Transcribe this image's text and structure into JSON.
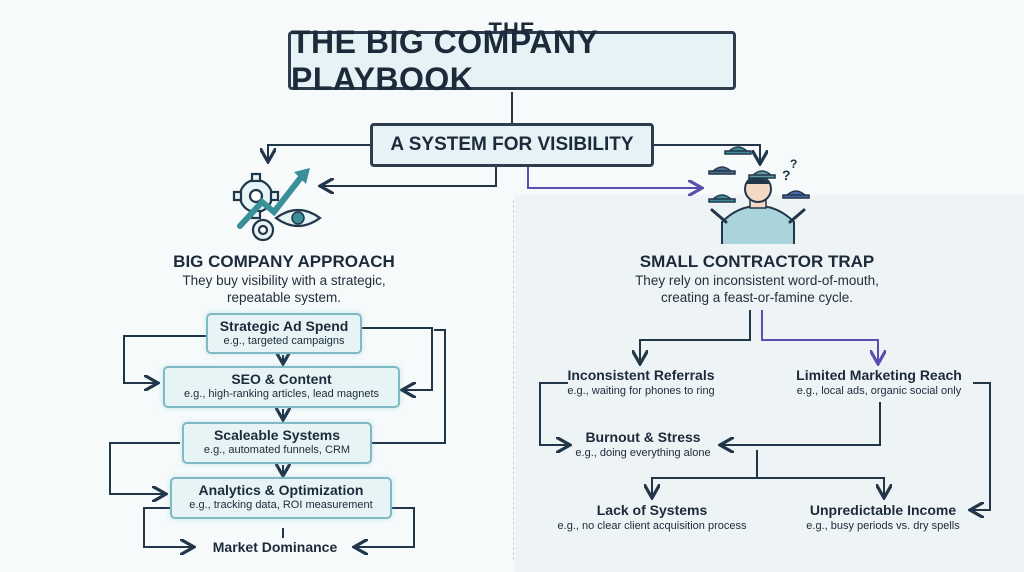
{
  "header": {
    "kicker": "THE",
    "title": "THE BIG COMPANY PLAYBOOK",
    "subtitle": "A SYSTEM FOR VISIBILITY"
  },
  "left": {
    "title": "BIG COMPANY APPROACH",
    "description_line1": "They buy visibility with a strategic,",
    "description_line2": "repeatable system.",
    "icon": "gear-growth-eye-icon",
    "steps": [
      {
        "name": "Strategic Ad Spend",
        "example": "e.g., targeted campaigns"
      },
      {
        "name": "SEO & Content",
        "example": "e.g., high-ranking articles, lead magnets"
      },
      {
        "name": "Scaleable Systems",
        "example": "e.g., automated funnels, CRM"
      },
      {
        "name": "Analytics & Optimization",
        "example": "e.g., tracking data, ROI measurement"
      }
    ],
    "outcome": "Market Dominance"
  },
  "right": {
    "title": "SMALL CONTRACTOR TRAP",
    "description_line1": "They rely on inconsistent word-of-mouth,",
    "description_line2": "creating a feast-or-famine cycle.",
    "icon": "confused-person-hats-icon",
    "nodes": [
      {
        "name": "Inconsistent Referrals",
        "example": "e.g., waiting for phones to ring"
      },
      {
        "name": "Limited Marketing Reach",
        "example": "e.g., local ads, organic social only"
      },
      {
        "name": "Burnout & Stress",
        "example": "e.g., doing everything alone"
      },
      {
        "name": "Lack of Systems",
        "example": "e.g., no clear client acquisition process"
      },
      {
        "name": "Unpredictable Income",
        "example": "e.g., busy periods vs. dry spells"
      }
    ]
  },
  "colors": {
    "line": "#22364a",
    "purple_line": "#5a4fb0",
    "box_fill": "#e6f4f6",
    "box_border": "#7fb9c3",
    "teal": "#3a8f98"
  }
}
